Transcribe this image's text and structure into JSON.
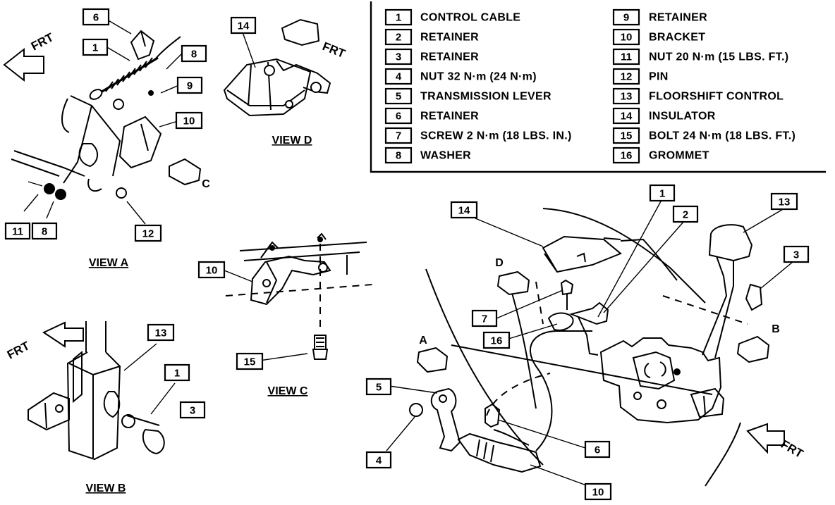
{
  "legend": {
    "items": [
      {
        "num": "1",
        "label": "CONTROL CABLE"
      },
      {
        "num": "2",
        "label": "RETAINER"
      },
      {
        "num": "3",
        "label": "RETAINER"
      },
      {
        "num": "4",
        "label": "NUT 32 N·m (24 N·m)"
      },
      {
        "num": "5",
        "label": "TRANSMISSION LEVER"
      },
      {
        "num": "6",
        "label": "RETAINER"
      },
      {
        "num": "7",
        "label": "SCREW 2 N·m (18 LBS. IN.)"
      },
      {
        "num": "8",
        "label": "WASHER"
      },
      {
        "num": "9",
        "label": "RETAINER"
      },
      {
        "num": "10",
        "label": "BRACKET"
      },
      {
        "num": "11",
        "label": "NUT 20 N·m (15 LBS. FT.)"
      },
      {
        "num": "12",
        "label": "PIN"
      },
      {
        "num": "13",
        "label": "FLOORSHIFT CONTROL"
      },
      {
        "num": "14",
        "label": "INSULATOR"
      },
      {
        "num": "15",
        "label": "BOLT 24 N·m (18 LBS. FT.)"
      },
      {
        "num": "16",
        "label": "GROMMET"
      }
    ]
  },
  "views": {
    "a": "VIEW A",
    "b": "VIEW B",
    "c": "VIEW C",
    "d": "VIEW D"
  },
  "direction": {
    "frt": "FRT",
    "a": "A",
    "b": "B",
    "c": "C",
    "d": "D"
  },
  "callouts": {
    "va_6": "6",
    "va_1": "1",
    "va_8": "8",
    "va_9": "9",
    "va_10": "10",
    "va_11": "11",
    "va_8b": "8",
    "va_12": "12",
    "vd_14": "14",
    "vc_10": "10",
    "vc_15": "15",
    "vb_13": "13",
    "vb_1": "1",
    "vb_3": "3",
    "m_14": "14",
    "m_1": "1",
    "m_2": "2",
    "m_13": "13",
    "m_3": "3",
    "m_7": "7",
    "m_16": "16",
    "m_5": "5",
    "m_4": "4",
    "m_6": "6",
    "m_10": "10"
  }
}
